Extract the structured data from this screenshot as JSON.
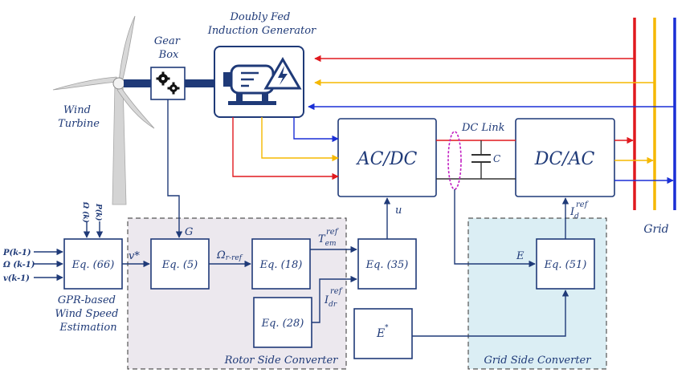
{
  "labels": {
    "dfig": [
      "Doubly Fed",
      "Induction Generator"
    ],
    "gearbox": [
      "Gear",
      "Box"
    ],
    "turbine": [
      "Wind",
      "Turbine"
    ],
    "dc_link": "DC Link",
    "capacitor": "C",
    "acdc": "AC/DC",
    "dcac": "DC/AC",
    "grid": "Grid",
    "u": "u",
    "G": "G",
    "vstar": "v*",
    "omega_ref": "Ω",
    "omega_ref_sub": "r-ref",
    "tem": "T",
    "tem_sub": "em",
    "tem_sup": "ref",
    "idr": "I",
    "idr_sub": "dr",
    "idr_sup": "ref",
    "id": "I",
    "id_sub": "d",
    "id_sup": "ref",
    "E": "E",
    "Estar": "E",
    "Estar_sup": "*",
    "rsc": "Rotor Side Converter",
    "gsc": "Grid Side Converter",
    "gpr": [
      "GPR-based",
      "Wind Speed",
      "Estimation"
    ]
  },
  "inputs": [
    "P(k-1)",
    "Ω (k-1)",
    "v(k-1)"
  ],
  "top_inputs": [
    "Ω (k)",
    "P(k)"
  ],
  "equations": {
    "eq66": "Eq. (66)",
    "eq5": "Eq. (5)",
    "eq18": "Eq. (18)",
    "eq28": "Eq. (28)",
    "eq35": "Eq. (35)",
    "eq51": "Eq. (51)"
  },
  "colors": {
    "phase_a": "#e0191e",
    "phase_b": "#f5b800",
    "phase_c": "#1a2fd6",
    "signal": "#1f3a78",
    "rsc_bg": "#ece8ee",
    "gsc_bg": "#dbeef4",
    "dc_loop": "#c21fc2"
  }
}
